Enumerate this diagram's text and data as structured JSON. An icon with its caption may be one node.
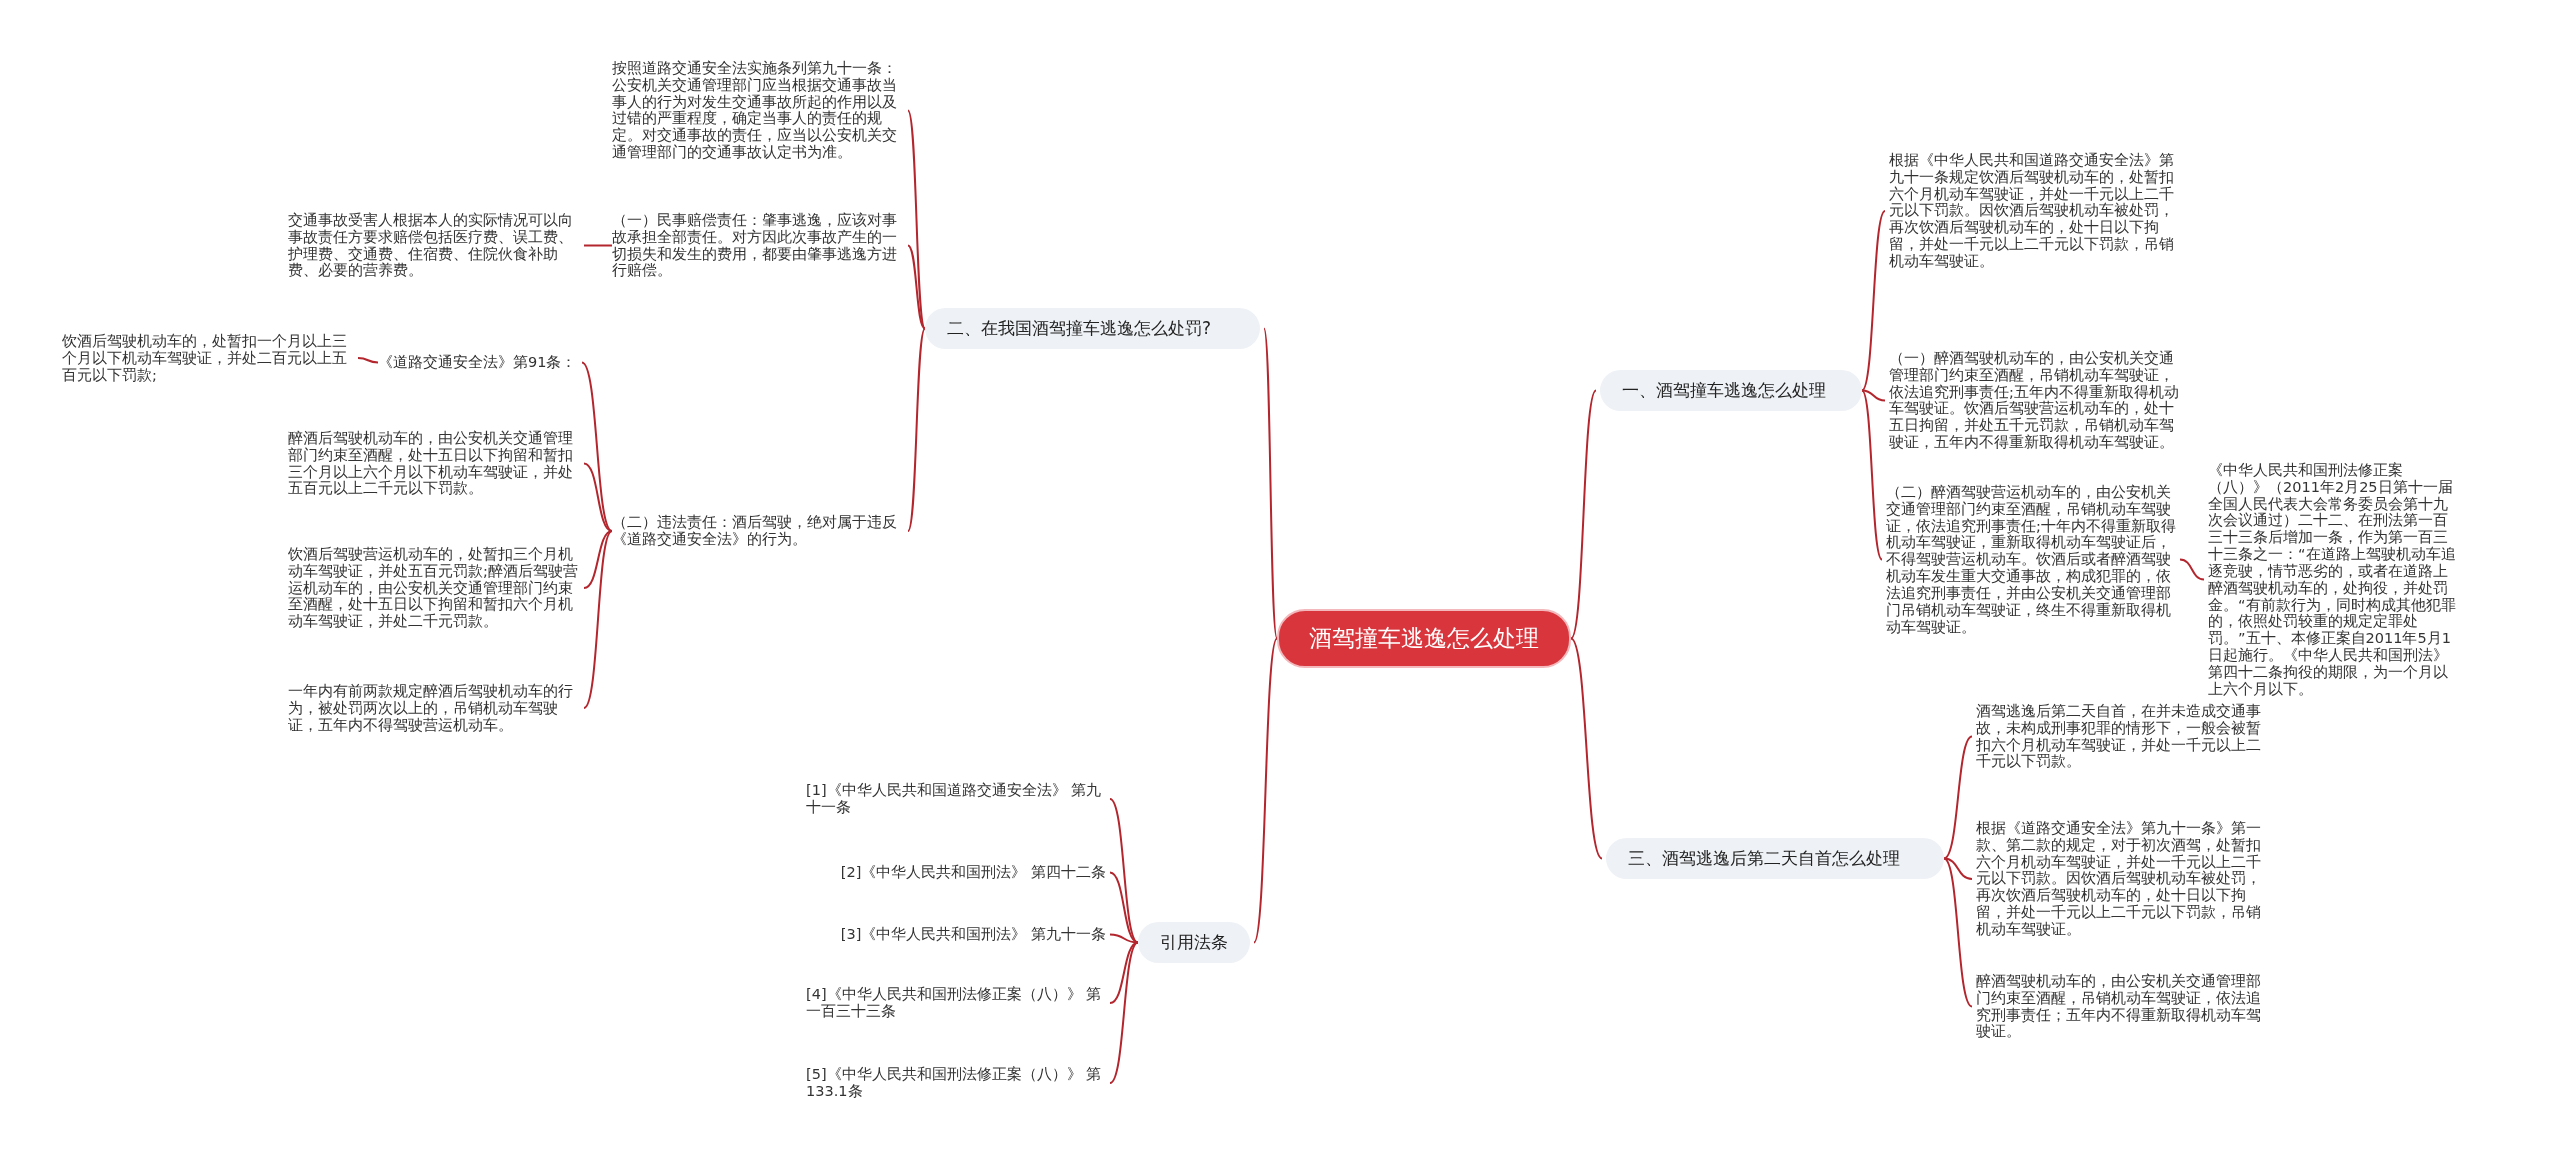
{
  "diagram": {
    "nodes": [
      {
        "text": [
          "酒驾撞车逃逸怎么处理"
        ]
      },
      {
        "text": [
          "二、在我国酒驾撞车逃逸怎么处罚?"
        ]
      },
      {
        "text": [
          "按照道路交通安全法实施条列第九十一条：公安机关交通管理部门应当根据交通事故当事人的行为对发生交通事故所起的作用以及过错的严重程度，确定当事人的责任的规定。对交通事故的责任，应当以公安机关交通管理部门的交通事故认定书为准。"
        ]
      },
      {
        "text": [
          "（一）民事赔偿责任：肇事逃逸，应该对事故承担全部责任。对方因此次事故产生的一切损失和发生的费用，都要由肇事逃逸方进行赔偿。"
        ]
      },
      {
        "text": [
          "交通事故受害人根据本人的实际情况可以向事故责任方要求赔偿包括医疗费、误工费、护理费、交通费、住宿费、住院伙食补助费、必要的营养费。"
        ]
      },
      {
        "text": [
          "（二）违法责任：酒后驾驶，绝对属于违反《道路交通安全法》的行为。"
        ]
      },
      {
        "text": [
          "《道路交通安全法》第91条："
        ]
      },
      {
        "text": [
          "饮酒后驾驶机动车的，处暂扣一个月以上三个月以下机动车驾驶证，并处二百元以上五百元以下罚款;"
        ]
      },
      {
        "text": [
          "醉酒后驾驶机动车的，由公安机关交通管理部门约束至酒醒，处十五日以下拘留和暂扣三个月以上六个月以下机动车驾驶证，并处五百元以上二千元以下罚款。"
        ]
      },
      {
        "text": [
          "饮酒后驾驶营运机动车的，处暂扣三个月机动车驾驶证，并处五百元罚款;醉酒后驾驶营运机动车的，由公安机关交通管理部门约束至酒醒，处十五日以下拘留和暂扣六个月机动车驾驶证，并处二千元罚款。"
        ]
      },
      {
        "text": [
          "一年内有前两款规定醉酒后驾驶机动车的行为，被处罚两次以上的，吊销机动车驾驶证，五年内不得驾驶营运机动车。"
        ]
      },
      {
        "text": [
          "引用法条"
        ]
      },
      {
        "text": [
          "[1]《中华人民共和国道路交通安全法》 第九十一条"
        ]
      },
      {
        "text": [
          "[2]《中华人民共和国刑法》 第四十二条"
        ]
      },
      {
        "text": [
          "[3]《中华人民共和国刑法》 第九十一条"
        ]
      },
      {
        "text": [
          "[4]《中华人民共和国刑法修正案（八）》 第一百三十三条"
        ]
      },
      {
        "text": [
          "[5]《中华人民共和国刑法修正案（八）》 第133.1条"
        ]
      },
      {
        "text": [
          "一、酒驾撞车逃逸怎么处理"
        ]
      },
      {
        "text": [
          "根据《中华人民共和国道路交通安全法》第九十一条规定饮酒后驾驶机动车的，处暂扣六个月机动车驾驶证，并处一千元以上二千元以下罚款。因饮酒后驾驶机动车被处罚，再次饮酒后驾驶机动车的，处十日以下拘留，并处一千元以上二千元以下罚款，吊销机动车驾驶证。"
        ]
      },
      {
        "text": [
          "（一）醉酒驾驶机动车的，由公安机关交通管理部门约束至酒醒，吊销机动车驾驶证，依法追究刑事责任;五年内不得重新取得机动车驾驶证。饮酒后驾驶营运机动车的，处十五日拘留，并处五千元罚款，吊销机动车驾驶证，五年内不得重新取得机动车驾驶证。"
        ]
      },
      {
        "text": [
          "（二）醉酒驾驶营运机动车的，由公安机关交通管理部门约束至酒醒，吊销机动车驾驶证，依法追究刑事责任;十年内不得重新取得机动车驾驶证，重新取得机动车驾驶证后，不得驾驶营运机动车。饮酒后或者醉酒驾驶机动车发生重大交通事故，构成犯罪的，依法追究刑事责任，并由公安机关交通管理部门吊销机动车驾驶证，终生不得重新取得机动车驾驶证。"
        ]
      },
      {
        "text": [
          "《中华人民共和国刑法修正案（八）》（2011年2月25日第十一届全国人民代表大会常务委员会第十九次会议通过）二十二、在刑法第一百三十三条后增加一条，作为第一百三十三条之一：“在道路上驾驶机动车追逐竞驶，情节恶劣的，或者在道路上醉酒驾驶机动车的，处拘役，并处罚金。“有前款行为，同时构成其他犯罪的，依照处罚较重的规定定罪处罚。”五十、本修正案自2011年5月1日起施行。《中华人民共和国刑法》第四十二条拘役的期限，为一个月以上六个月以下。"
        ]
      },
      {
        "text": [
          "三、酒驾逃逸后第二天自首怎么处理"
        ]
      },
      {
        "text": [
          "酒驾逃逸后第二天自首，在并未造成交通事故，未构成刑事犯罪的情形下，一般会被暂扣六个月机动车驾驶证，并处一千元以上二千元以下罚款。"
        ]
      },
      {
        "text": [
          "根据《道路交通安全法》第九十一条》第一款、第二款的规定，对于初次酒驾，处暂扣六个月机动车驾驶证，并处一千元以上二千元以下罚款。因饮酒后驾驶机动车被处罚，再次饮酒后驾驶机动车的，处十日以下拘留，并处一千元以上二千元以下罚款，吊销机动车驾驶证。"
        ]
      },
      {
        "text": [
          "醉酒驾驶机动车的，由公安机关交通管理部门约束至酒醒，吊销机动车驾驶证，依法追究刑事责任；五年内不得重新取得机动车驾驶证。"
        ]
      }
    ],
    "edges": [
      {
        "from": 0,
        "to": 1,
        "arrow": "none"
      },
      {
        "from": 1,
        "to": 2,
        "arrow": "none"
      },
      {
        "from": 1,
        "to": 3,
        "arrow": "none"
      },
      {
        "from": 3,
        "to": 4,
        "arrow": "none"
      },
      {
        "from": 1,
        "to": 5,
        "arrow": "none"
      },
      {
        "from": 5,
        "to": 6,
        "arrow": "none"
      },
      {
        "from": 6,
        "to": 7,
        "arrow": "none"
      },
      {
        "from": 5,
        "to": 8,
        "arrow": "none"
      },
      {
        "from": 5,
        "to": 9,
        "arrow": "none"
      },
      {
        "from": 5,
        "to": 10,
        "arrow": "none"
      },
      {
        "from": 0,
        "to": 11,
        "arrow": "none"
      },
      {
        "from": 11,
        "to": 12,
        "arrow": "none"
      },
      {
        "from": 11,
        "to": 13,
        "arrow": "none"
      },
      {
        "from": 11,
        "to": 14,
        "arrow": "none"
      },
      {
        "from": 11,
        "to": 15,
        "arrow": "none"
      },
      {
        "from": 11,
        "to": 16,
        "arrow": "none"
      },
      {
        "from": 0,
        "to": 17,
        "arrow": "none"
      },
      {
        "from": 17,
        "to": 18,
        "arrow": "none"
      },
      {
        "from": 17,
        "to": 19,
        "arrow": "none"
      },
      {
        "from": 17,
        "to": 20,
        "arrow": "none"
      },
      {
        "from": 20,
        "to": 21,
        "arrow": "none"
      },
      {
        "from": 0,
        "to": 22,
        "arrow": "none"
      },
      {
        "from": 22,
        "to": 23,
        "arrow": "none"
      },
      {
        "from": 22,
        "to": 24,
        "arrow": "none"
      },
      {
        "from": 22,
        "to": 25,
        "arrow": "none"
      }
    ]
  }
}
